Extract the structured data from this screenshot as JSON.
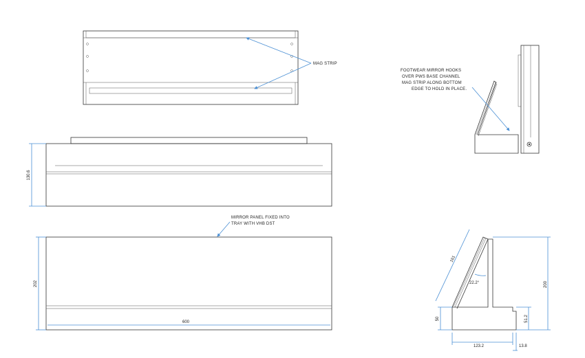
{
  "notes": {
    "mag_strip": "MAG STRIP",
    "footwear_line1": "FOOTWEAR MIRROR HOOKS",
    "footwear_line2": "OVER PWS BASE CHANNEL",
    "footwear_line3": "MAG STRIP ALONG BOTTOM",
    "footwear_line4": "EDGE TO HOLD IN PLACE.",
    "mirror_line1": "MIRROR PANEL FIXED INTO",
    "mirror_line2": "TRAY WITH VHB DST"
  },
  "dimensions": {
    "height_side": "130.6",
    "height_front": "202",
    "width_front": "600",
    "mirror_len": "161",
    "angle": "22.2°",
    "height_total": "200",
    "tray_height": "50",
    "lip_height": "51.2",
    "tray_depth": "123.2",
    "lip_depth": "13.8"
  },
  "colors": {
    "lines": "#333333",
    "dimension_lines": "#4a8fd4"
  }
}
